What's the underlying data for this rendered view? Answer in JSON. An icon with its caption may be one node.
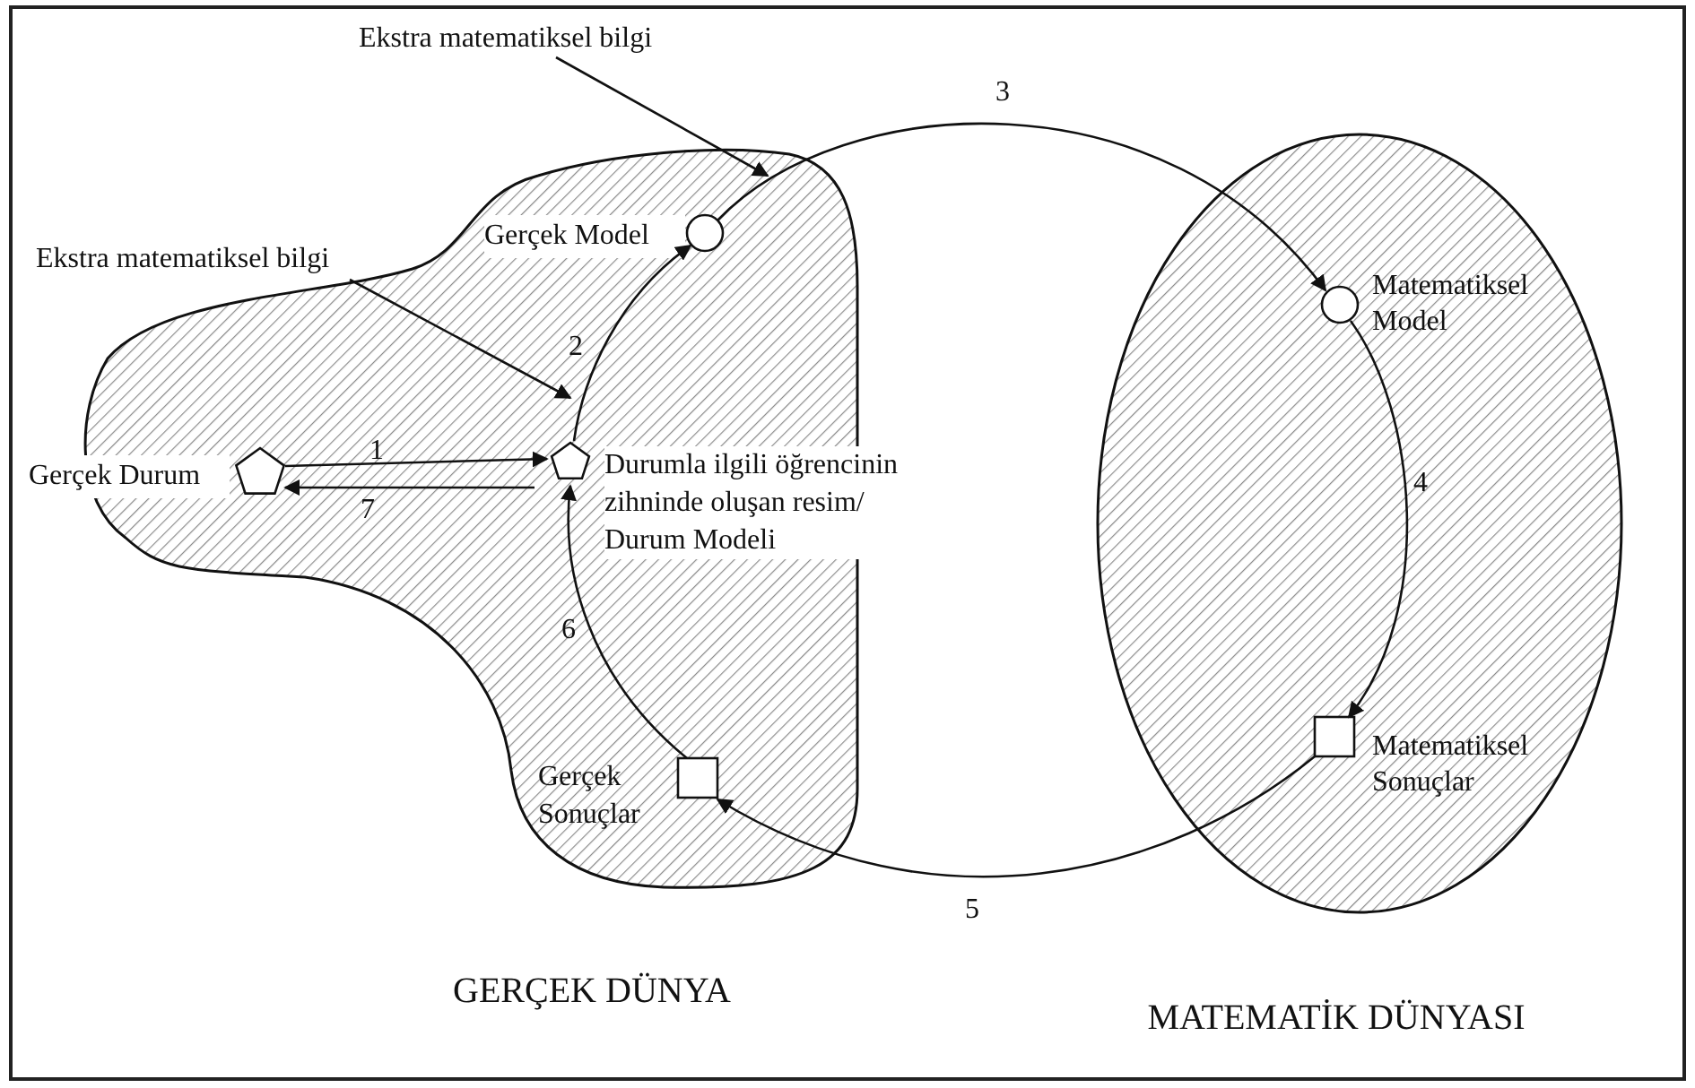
{
  "diagram": {
    "nodes": [
      {
        "text": [
          "GERÇEK DÜNYA"
        ]
      },
      {
        "text": [
          "Gerçek Durum"
        ],
        "in": 0
      },
      {
        "text": [
          "Durumla ilgili öğrencinin zihninde oluşan resim/ Durum Modeli"
        ]
      },
      {
        "text": [
          "Gerçek Model"
        ],
        "in": 0
      },
      {
        "text": [
          "Gerçek Sonuçlar"
        ],
        "in": 0
      },
      {
        "text": [
          "MATEMATİK DÜNYASI"
        ]
      },
      {
        "text": [
          "Matematiksel Model"
        ],
        "in": 5
      },
      {
        "text": [
          "Matematiksel Sonuçlar"
        ],
        "in": 5
      },
      {
        "text": [
          "Ekstra matematiksel bilgi"
        ]
      },
      {
        "text": [
          "Ekstra matematiksel bilgi"
        ]
      }
    ],
    "edges": [
      {
        "from": 1,
        "to": 2,
        "arrow": "to",
        "label": "1"
      },
      {
        "from": 2,
        "to": 1,
        "arrow": "to",
        "label": "7"
      },
      {
        "from": 2,
        "to": 3,
        "arrow": "to",
        "label": "2"
      },
      {
        "from": 3,
        "to": 6,
        "arrow": "to",
        "label": "3"
      },
      {
        "from": 6,
        "to": 7,
        "arrow": "to",
        "label": "4"
      },
      {
        "from": 7,
        "to": 4,
        "arrow": "to",
        "label": "5"
      },
      {
        "from": 4,
        "to": 2,
        "arrow": "to",
        "label": "6"
      },
      {
        "from": 8,
        "to": 0,
        "arrow": "to"
      },
      {
        "from": 9,
        "to": 2,
        "arrow": "to"
      }
    ]
  }
}
